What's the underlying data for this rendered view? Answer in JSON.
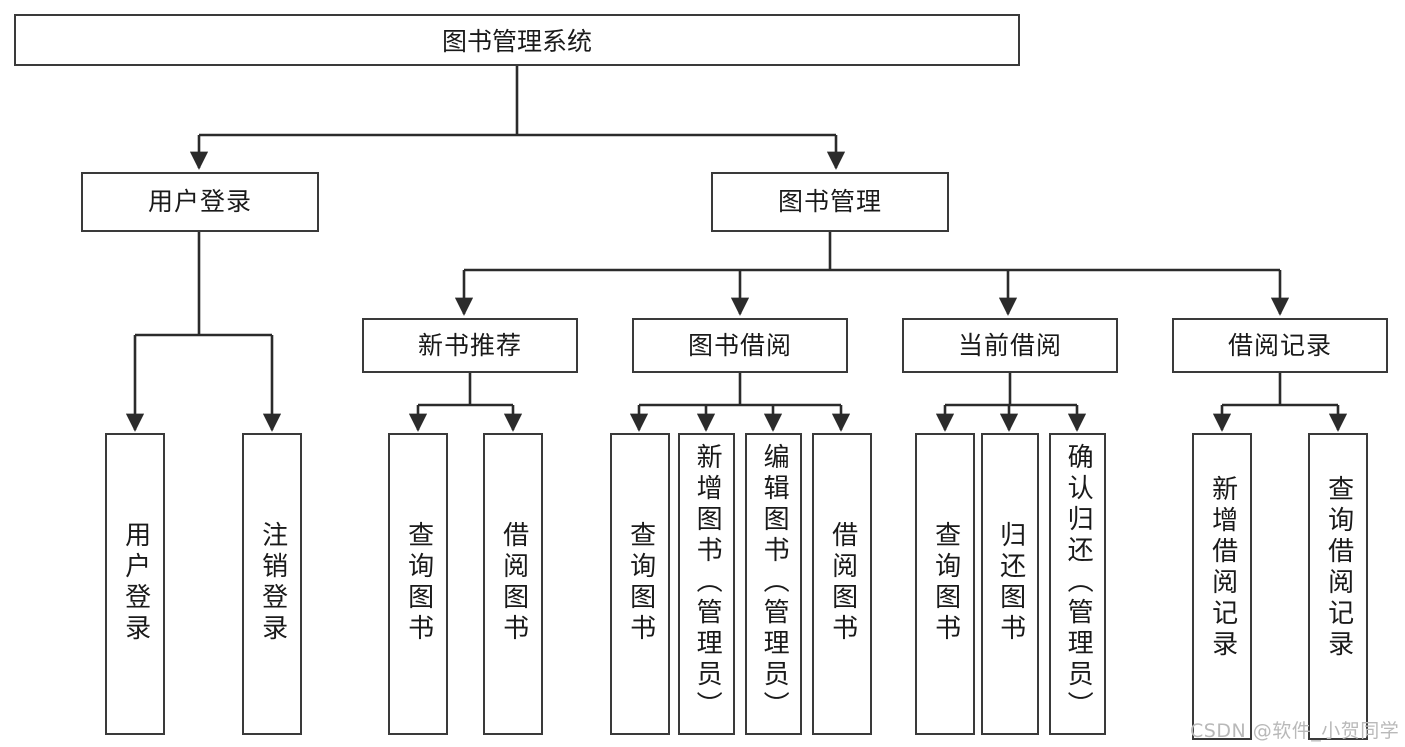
{
  "diagram": {
    "type": "tree",
    "title": "图书管理系统",
    "watermark": "CSDN @软件_小贺同学",
    "colors": {
      "box_border": "#3a3a3a",
      "box_fill": "#ffffff",
      "edge": "#2b2b2b",
      "text": "#1a1a1a",
      "watermark": "#b9b9b9",
      "background": "#ffffff"
    },
    "root": {
      "label": "图书管理系统"
    },
    "level2": [
      {
        "label": "用户登录"
      },
      {
        "label": "图书管理"
      }
    ],
    "level3": [
      {
        "label": "新书推荐"
      },
      {
        "label": "图书借阅"
      },
      {
        "label": "当前借阅"
      },
      {
        "label": "借阅记录"
      }
    ],
    "leaves": {
      "user_login": [
        {
          "label": "用户登录"
        },
        {
          "label": "注销登录"
        }
      ],
      "new_book_recommend": [
        {
          "label": "查询图书"
        },
        {
          "label": "借阅图书"
        }
      ],
      "book_borrow": [
        {
          "label": "查询图书"
        },
        {
          "label": "新增图书（管理员）"
        },
        {
          "label": "编辑图书（管理员）"
        },
        {
          "label": "借阅图书"
        }
      ],
      "current_borrow": [
        {
          "label": "查询图书"
        },
        {
          "label": "归还图书"
        },
        {
          "label": "确认归还（管理员）"
        }
      ],
      "borrow_record": [
        {
          "label": "新增借阅记录"
        },
        {
          "label": "查询借阅记录"
        }
      ]
    }
  }
}
